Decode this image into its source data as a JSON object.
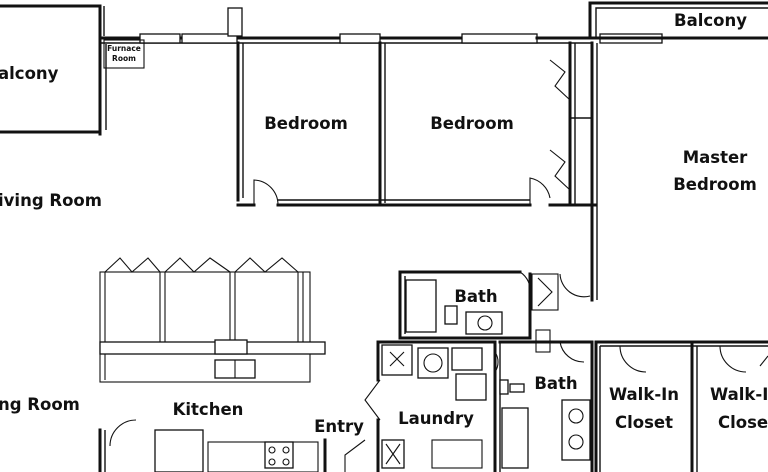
{
  "rooms": {
    "balcony_left": "alcony",
    "furnace_room_line1": "Furnace",
    "furnace_room_line2": "Room",
    "balcony_right": "Balcony",
    "bedroom_1": "Bedroom",
    "bedroom_2": "Bedroom",
    "master_bedroom_line1": "Master",
    "master_bedroom_line2": "Bedroom",
    "living_room": "iving Room",
    "dining_room": "ng Room",
    "kitchen": "Kitchen",
    "entry": "Entry",
    "laundry": "Laundry",
    "bath_upper": "Bath",
    "bath_lower": "Bath",
    "walk_in_closet_1_line1": "Walk-In",
    "walk_in_closet_1_line2": "Closet",
    "walk_in_closet_2_line1": "Walk-I",
    "walk_in_closet_2_line2": "Close"
  }
}
